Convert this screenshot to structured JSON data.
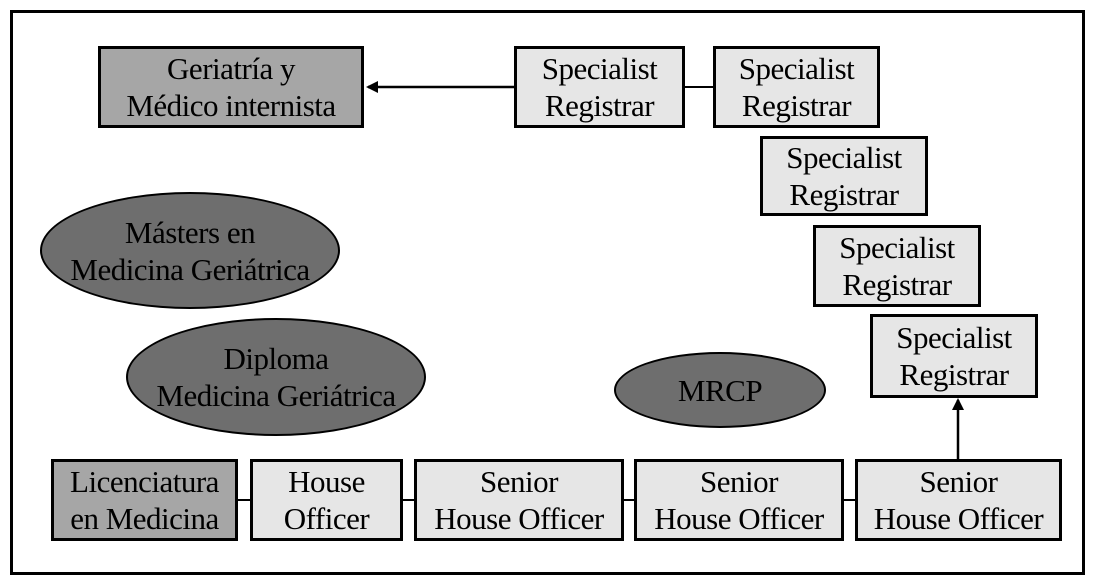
{
  "colors": {
    "border": "#000000",
    "light_box": "#e6e6e6",
    "mid_box": "#a6a6a6",
    "ellipse": "#6e6e6e"
  },
  "diagram": {
    "nodes": {
      "geriatria": {
        "line1": "Geriatría y",
        "line2": "Médico internista"
      },
      "sr1": {
        "line1": "Specialist",
        "line2": "Registrar"
      },
      "sr2": {
        "line1": "Specialist",
        "line2": "Registrar"
      },
      "sr3": {
        "line1": "Specialist",
        "line2": "Registrar"
      },
      "sr4": {
        "line1": "Specialist",
        "line2": "Registrar"
      },
      "sr5": {
        "line1": "Specialist",
        "line2": "Registrar"
      },
      "masters": {
        "line1": "Másters en",
        "line2": "Medicina Geriátrica"
      },
      "diploma": {
        "line1": "Diploma",
        "line2": "Medicina Geriátrica"
      },
      "mrcp": {
        "line1": "MRCP"
      },
      "licenciatura": {
        "line1": "Licenciatura",
        "line2": "en Medicina"
      },
      "house_officer": {
        "line1": "House",
        "line2": "Officer"
      },
      "sho1": {
        "line1": "Senior",
        "line2": "House Officer"
      },
      "sho2": {
        "line1": "Senior",
        "line2": "House Officer"
      },
      "sho3": {
        "line1": "Senior",
        "line2": "House Officer"
      }
    }
  }
}
